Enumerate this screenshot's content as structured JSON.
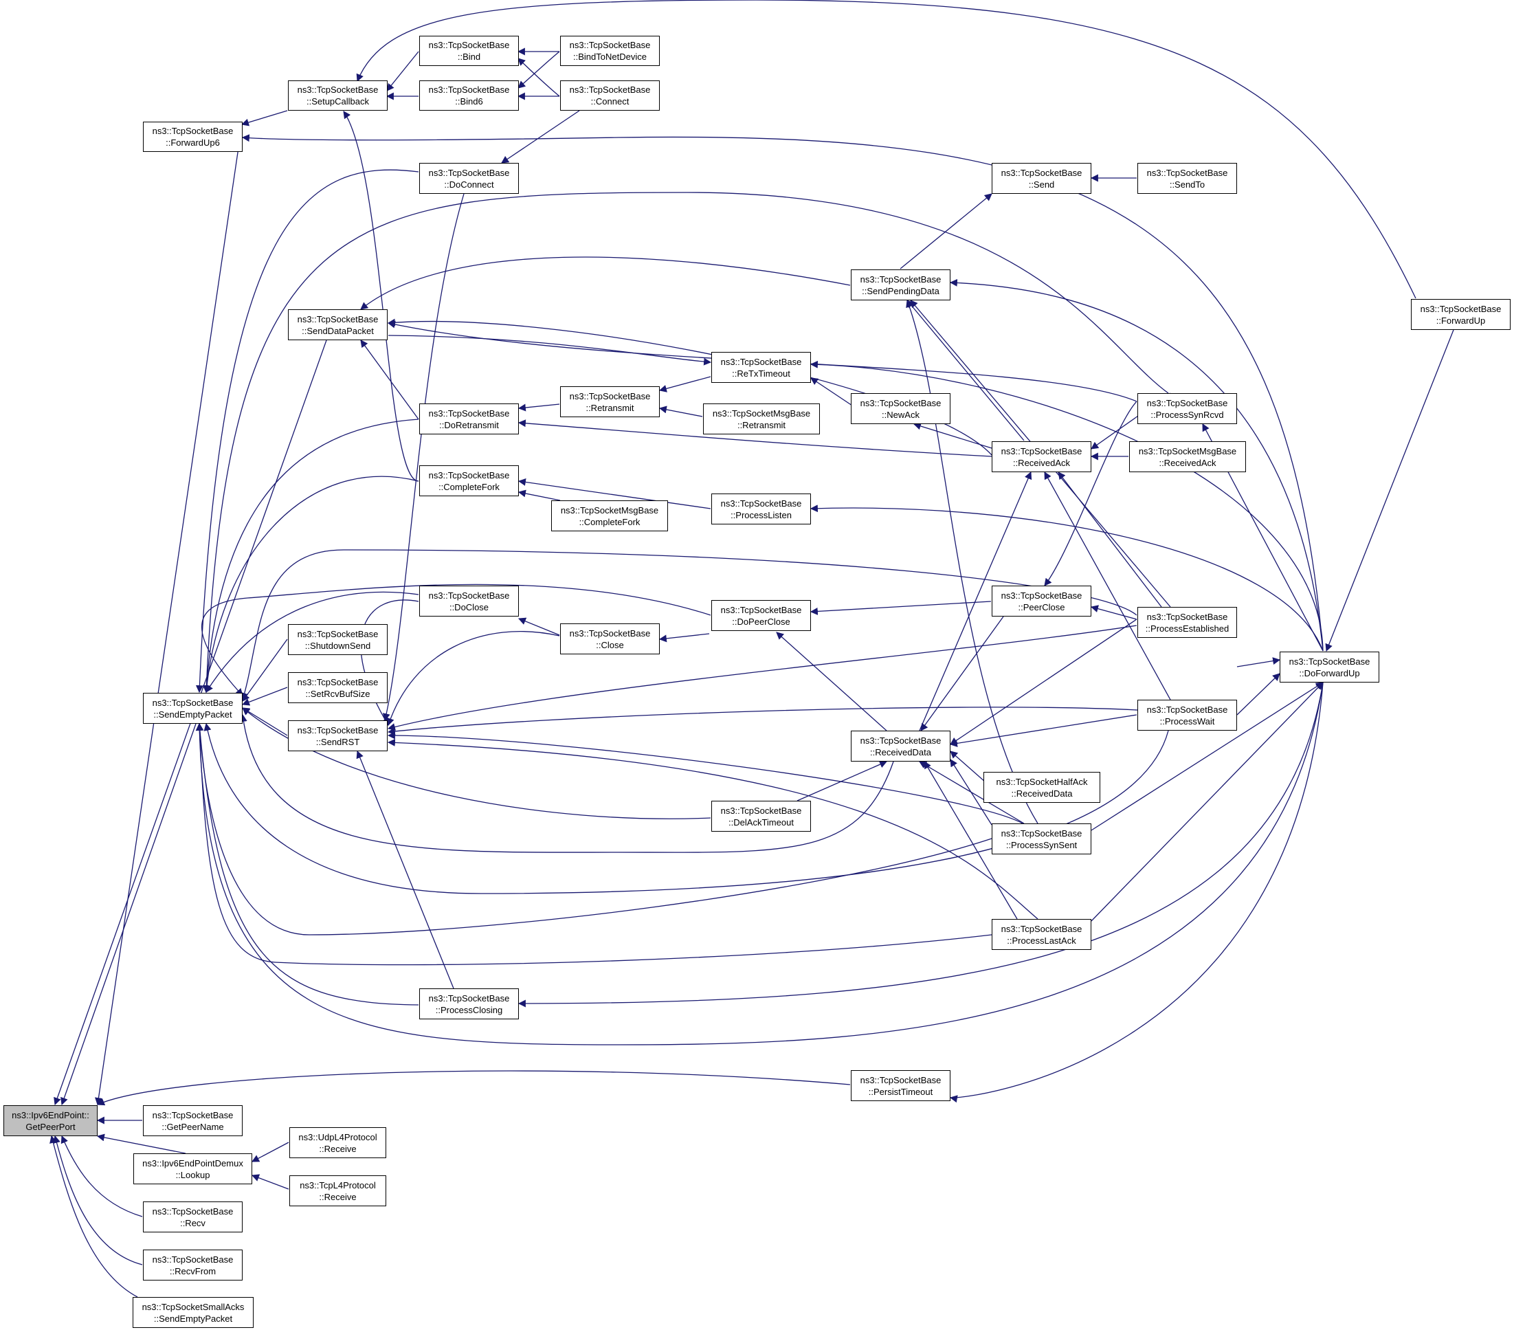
{
  "colors": {
    "edge": "#191970",
    "border": "#000000",
    "highlight": "#bfbfbf",
    "background": "#ffffff"
  },
  "nodes": {
    "getpeerport": {
      "l1": "ns3::Ipv6EndPoint::",
      "l2": "GetPeerPort",
      "highlighted": true
    },
    "forwardup6": {
      "l1": "ns3::TcpSocketBase",
      "l2": "::ForwardUp6"
    },
    "setupcallback": {
      "l1": "ns3::TcpSocketBase",
      "l2": "::SetupCallback"
    },
    "bind": {
      "l1": "ns3::TcpSocketBase",
      "l2": "::Bind"
    },
    "bind6": {
      "l1": "ns3::TcpSocketBase",
      "l2": "::Bind6"
    },
    "bindtonetdevice": {
      "l1": "ns3::TcpSocketBase",
      "l2": "::BindToNetDevice"
    },
    "connect": {
      "l1": "ns3::TcpSocketBase",
      "l2": "::Connect"
    },
    "doconnect": {
      "l1": "ns3::TcpSocketBase",
      "l2": "::DoConnect"
    },
    "send": {
      "l1": "ns3::TcpSocketBase",
      "l2": "::Send"
    },
    "sendto": {
      "l1": "ns3::TcpSocketBase",
      "l2": "::SendTo"
    },
    "sendpendingdata": {
      "l1": "ns3::TcpSocketBase",
      "l2": "::SendPendingData"
    },
    "senddatapacket": {
      "l1": "ns3::TcpSocketBase",
      "l2": "::SendDataPacket"
    },
    "retxtimeout": {
      "l1": "ns3::TcpSocketBase",
      "l2": "::ReTxTimeout"
    },
    "retransmit": {
      "l1": "ns3::TcpSocketBase",
      "l2": "::Retransmit"
    },
    "msgretransmit": {
      "l1": "ns3::TcpSocketMsgBase",
      "l2": "::Retransmit"
    },
    "newack": {
      "l1": "ns3::TcpSocketBase",
      "l2": "::NewAck"
    },
    "doretransmit": {
      "l1": "ns3::TcpSocketBase",
      "l2": "::DoRetransmit"
    },
    "processsynrcvd": {
      "l1": "ns3::TcpSocketBase",
      "l2": "::ProcessSynRcvd"
    },
    "receivedack": {
      "l1": "ns3::TcpSocketBase",
      "l2": "::ReceivedAck"
    },
    "msgreceivedack": {
      "l1": "ns3::TcpSocketMsgBase",
      "l2": "::ReceivedAck"
    },
    "forwardup": {
      "l1": "ns3::TcpSocketBase",
      "l2": "::ForwardUp"
    },
    "completefork": {
      "l1": "ns3::TcpSocketBase",
      "l2": "::CompleteFork"
    },
    "msgcompletefork": {
      "l1": "ns3::TcpSocketMsgBase",
      "l2": "::CompleteFork"
    },
    "processlisten": {
      "l1": "ns3::TcpSocketBase",
      "l2": "::ProcessListen"
    },
    "doclose": {
      "l1": "ns3::TcpSocketBase",
      "l2": "::DoClose"
    },
    "close": {
      "l1": "ns3::TcpSocketBase",
      "l2": "::Close"
    },
    "dopeerclose": {
      "l1": "ns3::TcpSocketBase",
      "l2": "::DoPeerClose"
    },
    "peerclose": {
      "l1": "ns3::TcpSocketBase",
      "l2": "::PeerClose"
    },
    "processestablished": {
      "l1": "ns3::TcpSocketBase",
      "l2": "::ProcessEstablished"
    },
    "doforwardup": {
      "l1": "ns3::TcpSocketBase",
      "l2": "::DoForwardUp"
    },
    "shutdownsend": {
      "l1": "ns3::TcpSocketBase",
      "l2": "::ShutdownSend"
    },
    "setrcvbufsize": {
      "l1": "ns3::TcpSocketBase",
      "l2": "::SetRcvBufSize"
    },
    "sendemptypacket": {
      "l1": "ns3::TcpSocketBase",
      "l2": "::SendEmptyPacket"
    },
    "sendrst": {
      "l1": "ns3::TcpSocketBase",
      "l2": "::SendRST"
    },
    "receiveddata": {
      "l1": "ns3::TcpSocketBase",
      "l2": "::ReceivedData"
    },
    "processwait": {
      "l1": "ns3::TcpSocketBase",
      "l2": "::ProcessWait"
    },
    "halfackreceiveddata": {
      "l1": "ns3::TcpSocketHalfAck",
      "l2": "::ReceivedData"
    },
    "delacktimeout": {
      "l1": "ns3::TcpSocketBase",
      "l2": "::DelAckTimeout"
    },
    "processsynsent": {
      "l1": "ns3::TcpSocketBase",
      "l2": "::ProcessSynSent"
    },
    "processlastack": {
      "l1": "ns3::TcpSocketBase",
      "l2": "::ProcessLastAck"
    },
    "processclosing": {
      "l1": "ns3::TcpSocketBase",
      "l2": "::ProcessClosing"
    },
    "persisttimeout": {
      "l1": "ns3::TcpSocketBase",
      "l2": "::PersistTimeout"
    },
    "getpeername": {
      "l1": "ns3::TcpSocketBase",
      "l2": "::GetPeerName"
    },
    "lookup": {
      "l1": "ns3::Ipv6EndPointDemux",
      "l2": "::Lookup"
    },
    "udpreceive": {
      "l1": "ns3::UdpL4Protocol",
      "l2": "::Receive"
    },
    "tcpreceive": {
      "l1": "ns3::TcpL4Protocol",
      "l2": "::Receive"
    },
    "recv": {
      "l1": "ns3::TcpSocketBase",
      "l2": "::Recv"
    },
    "recvfrom": {
      "l1": "ns3::TcpSocketBase",
      "l2": "::RecvFrom"
    },
    "smallacks": {
      "l1": "ns3::TcpSocketSmallAcks",
      "l2": "::SendEmptyPacket"
    }
  }
}
